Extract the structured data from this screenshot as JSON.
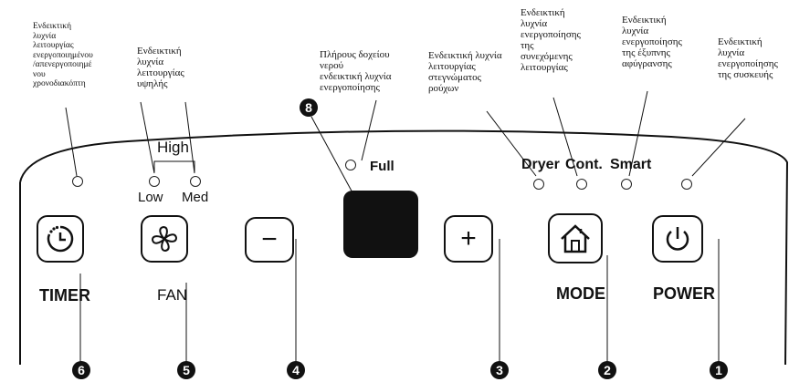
{
  "annotations": {
    "timer_led": "Ενδεικτική\nλυχνία\nλειτουργίας\nενεργοποιημένου\n/απενεργοποιημέ\nνου\nχρονοδιακόπτη",
    "fan_high_led": "Ενδεικτική\nλυχνία\nλειτουργίας\nυψηλής",
    "full_led": "Πλήρους δοχείου\nνερού\nενδεικτική λυχνία\nενεργοποίησης",
    "dryer_led": "Ενδεικτική λυχνία\nλειτουργίας\nστεγνώματος\nρούχων",
    "cont_led": "Ενδεικτική\nλυχνία\nενεργοποίησης\nτης\nσυνεχόμενης\nλειτουργίας",
    "smart_led": "Ενδεικτική\nλυχνία\nενεργοποίησης\nτης έξυπνης\nαφύγρανσης",
    "power_led": "Ενδεικτική\nλυχνία\nενεργοποίησης\nτης συσκευής"
  },
  "panel": {
    "high_label": "High",
    "low_label": "Low",
    "med_label": "Med",
    "full_label": "Full",
    "dryer_label": "Dryer",
    "cont_label": "Cont.",
    "smart_label": "Smart"
  },
  "buttons": {
    "timer": "TIMER",
    "fan": "FAN",
    "mode": "MODE",
    "power": "POWER",
    "minus": "−",
    "plus": "+"
  },
  "callouts": {
    "n1": "1",
    "n2": "2",
    "n3": "3",
    "n4": "4",
    "n5": "5",
    "n6": "6",
    "n8": "8"
  },
  "icons": {
    "timer": "timer-clock-icon",
    "fan": "fan-icon",
    "minus": "minus-icon",
    "plus": "plus-icon",
    "mode": "home-icon",
    "power": "power-icon"
  }
}
